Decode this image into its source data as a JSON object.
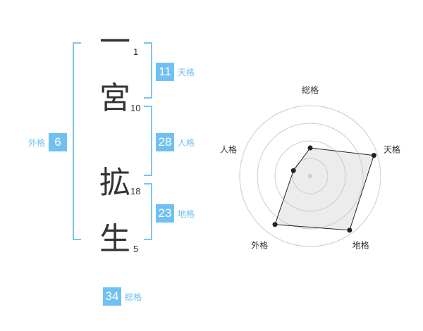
{
  "name": {
    "chars": [
      {
        "char": "一",
        "strokes": "1"
      },
      {
        "char": "宮",
        "strokes": "10"
      },
      {
        "char": "拡",
        "strokes": "18"
      },
      {
        "char": "生",
        "strokes": "5"
      }
    ]
  },
  "fortunes": {
    "tenkaku": {
      "value": "11",
      "label": "天格"
    },
    "jinkaku": {
      "value": "28",
      "label": "人格"
    },
    "chikaku": {
      "value": "23",
      "label": "地格"
    },
    "gaikaku": {
      "value": "6",
      "label": "外格"
    },
    "soukaku": {
      "value": "34",
      "label": "総格"
    }
  },
  "colors": {
    "accent": "#70c0f1",
    "bracket": "#7fc4ef",
    "text": "#333333"
  },
  "chart_data": {
    "type": "radar",
    "axes": [
      "総格",
      "天格",
      "地格",
      "外格",
      "人格"
    ],
    "series": [
      {
        "values": [
          0.4,
          0.95,
          0.95,
          0.85,
          0.25
        ]
      }
    ],
    "range": [
      0,
      1
    ],
    "rings": 4,
    "grid": true
  }
}
